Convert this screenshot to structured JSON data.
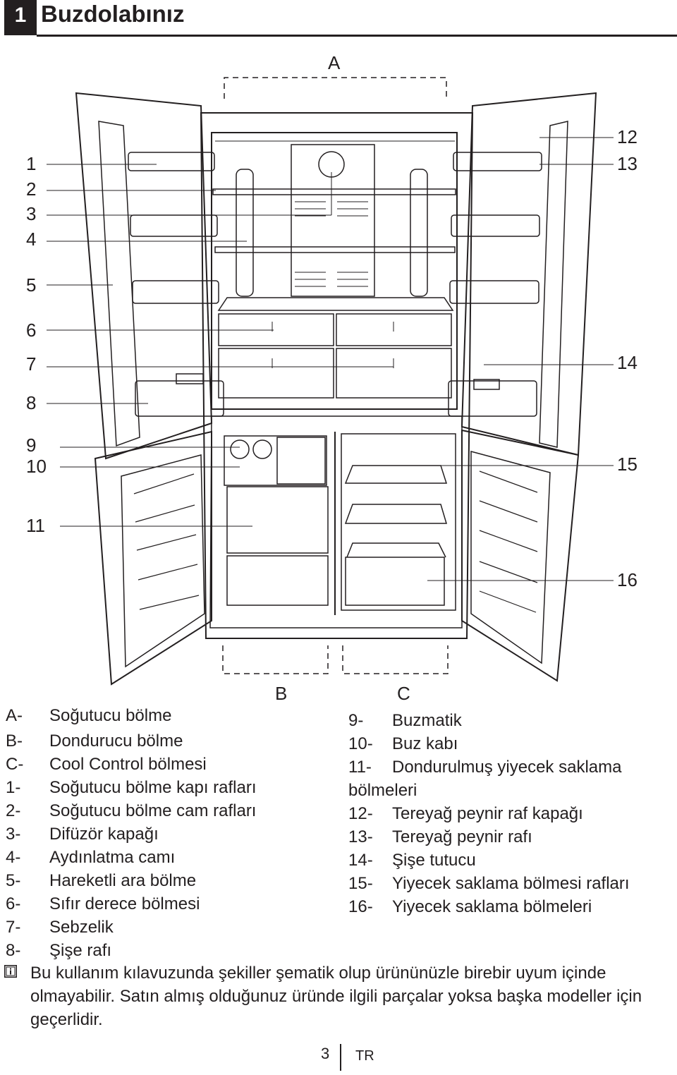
{
  "header": {
    "section_number": "1",
    "title": "Buzdolabınız"
  },
  "diagram": {
    "zone_labels": {
      "A": "A",
      "B": "B",
      "C": "C"
    },
    "callouts_left": [
      "1",
      "2",
      "3",
      "4",
      "5",
      "6",
      "7",
      "8",
      "9",
      "10",
      "11"
    ],
    "callouts_right": [
      "12",
      "13",
      "14",
      "15",
      "16"
    ]
  },
  "legend": {
    "left": [
      {
        "key": "A-",
        "text": "Soğutucu bölme"
      },
      {
        "key": "B-",
        "text": "Dondurucu bölme"
      },
      {
        "key": "C-",
        "text": "Cool Control bölmesi"
      },
      {
        "key": "1-",
        "text": "Soğutucu bölme kapı rafları"
      },
      {
        "key": "2-",
        "text": "Soğutucu bölme cam rafları"
      },
      {
        "key": "3-",
        "text": "Difüzör kapağı"
      },
      {
        "key": "4-",
        "text": "Aydınlatma camı"
      },
      {
        "key": "5-",
        "text": "Hareketli ara bölme"
      },
      {
        "key": "6-",
        "text": "Sıfır derece bölmesi"
      },
      {
        "key": "7-",
        "text": "Sebzelik"
      },
      {
        "key": "8-",
        "text": "Şişe rafı"
      }
    ],
    "right": [
      {
        "key": "9-",
        "text": "Buzmatik"
      },
      {
        "key": "10-",
        "text": "Buz kabı"
      },
      {
        "key": "11-",
        "text": "Dondurulmuş yiyecek saklama"
      },
      {
        "key": "",
        "text": "bölmeleri"
      },
      {
        "key": "12-",
        "text": "Tereyağ peynir raf kapağı"
      },
      {
        "key": "13-",
        "text": "Tereyağ peynir rafı"
      },
      {
        "key": "14-",
        "text": "Şişe tutucu"
      },
      {
        "key": "15-",
        "text": "Yiyecek saklama bölmesi rafları"
      },
      {
        "key": "16-",
        "text": "Yiyecek saklama bölmeleri"
      }
    ]
  },
  "note": {
    "icon": "info-icon",
    "text": "Bu kullanım kılavuzunda şekiller şematik olup ürününüzle birebir uyum içinde olmayabilir. Satın almış olduğunuz üründe ilgili parçalar yoksa başka modeller için geçerlidir."
  },
  "footer": {
    "page_number": "3",
    "language": "TR"
  }
}
